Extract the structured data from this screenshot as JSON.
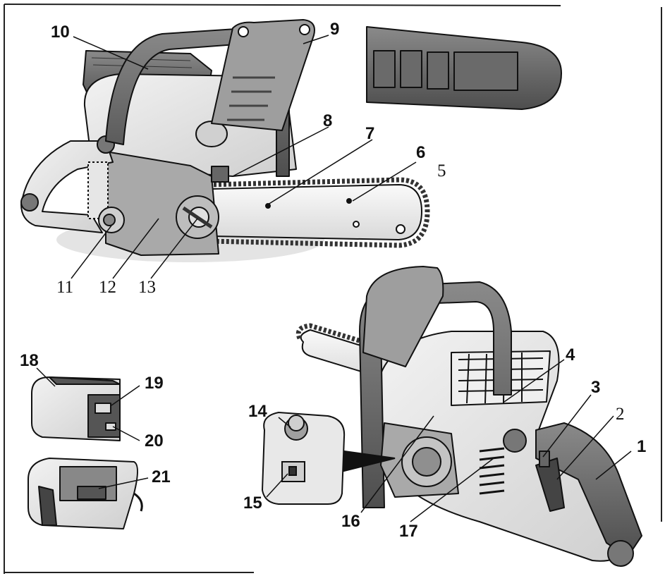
{
  "callouts": {
    "c1": "1",
    "c2": "2",
    "c3": "3",
    "c4": "4",
    "c5": "5",
    "c6": "6",
    "c7": "7",
    "c8": "8",
    "c9": "9",
    "c10": "10",
    "c11": "11",
    "c12": "12",
    "c13": "13",
    "c14": "14",
    "c15": "15",
    "c16": "16",
    "c17": "17",
    "c18": "18",
    "c19": "19",
    "c20": "20",
    "c21": "21"
  },
  "colors": {
    "outline": "#111111",
    "body_light": "#e6e6e6",
    "body_mid": "#bdbdbd",
    "body_dark": "#7a7a7a",
    "grip_dark": "#5c5c5c",
    "frame_line": "#222222"
  }
}
